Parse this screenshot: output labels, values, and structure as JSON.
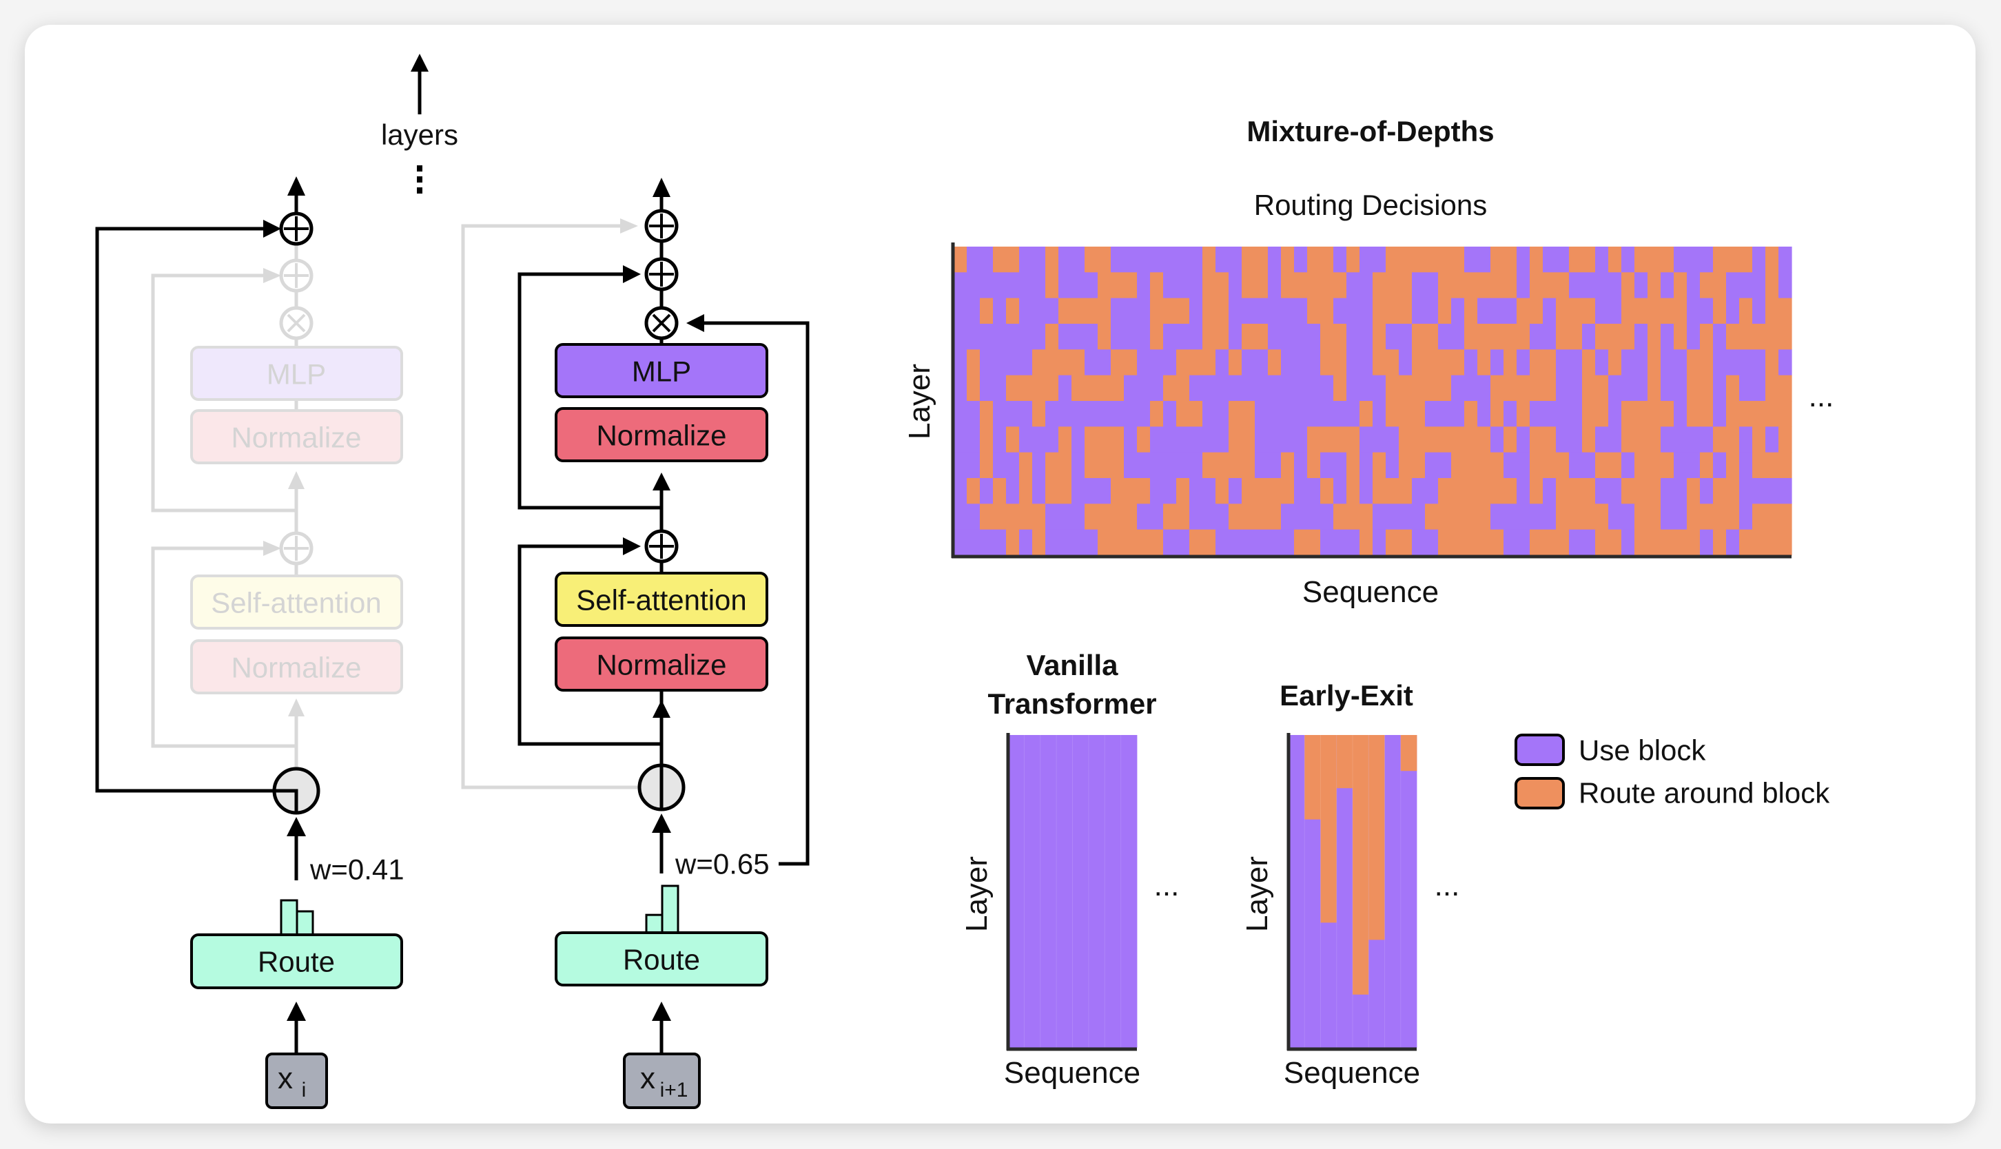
{
  "diagram": {
    "layers_label": "layers",
    "left_block": {
      "state": "skipped",
      "mlp_label": "MLP",
      "normalize_top_label": "Normalize",
      "self_attention_label": "Self-attention",
      "normalize_bottom_label": "Normalize",
      "route_label": "Route",
      "weight_label": "w=0.41",
      "input_label": "x",
      "input_subscript": "i",
      "router_histogram": [
        1.0,
        0.68
      ]
    },
    "right_block": {
      "state": "processed",
      "mlp_label": "MLP",
      "normalize_top_label": "Normalize",
      "self_attention_label": "Self-attention",
      "normalize_bottom_label": "Normalize",
      "route_label": "Route",
      "weight_label": "w=0.65",
      "input_label": "x",
      "input_subscript": "i+1",
      "router_histogram": [
        0.38,
        1.0
      ]
    },
    "colors": {
      "mlp": "#a475f9",
      "mlp_faded": "#efe8fc",
      "normalize": "#ed6b7b",
      "normalize_faded": "#fbe7e9",
      "self_attention": "#f8ef77",
      "self_attention_faded": "#fefce8",
      "route": "#b5fbe0",
      "input": "#a9adb8",
      "gate": "#e6e6e6",
      "faded_line": "#d9d9d9"
    }
  },
  "chart_data": [
    {
      "type": "heatmap",
      "title": "Mixture-of-Depths",
      "subtitle": "Routing Decisions",
      "xlabel": "Sequence",
      "ylabel": "Layer",
      "continuation": "...",
      "legend": {
        "1": "Use block",
        "0": "Route around block"
      },
      "rows_top_to_bottom": [
        "0110011011001111111011001010010110000001100101100101000111000101",
        "1111111011100010111001001000001100011000000100011110101010011101",
        "1101011100001110001001111110011100011010111001000110000011010100",
        "1111111011101110111001001111001101100110000011001000101010100000",
        "1011110000110011100010110111001100100001010100110101101100111101",
        "1011000010000111001111111111101110000011100000110011101100101100",
        "1101110111111110100110011111111010001110101011110010000100100000",
        "1101011101000101111110011110000111000000010100110110001111001010",
        "1101101001000111111000011010110101001100001100011001000110101000",
        "1010101001110001101101000011010100011000000101000110001101001111",
        "1100000111000011001110000111100011110000011111000011001100001000",
        "1111010111100000110011111100111010011000001100011001000001010000"
      ],
      "rows": 12,
      "columns": 64
    },
    {
      "type": "heatmap",
      "title": "Vanilla Transformer",
      "xlabel": "Sequence",
      "ylabel": "Layer",
      "continuation": "...",
      "columns": 8,
      "routed_fraction_from_top": [
        0,
        0,
        0,
        0,
        0,
        0,
        0,
        0
      ]
    },
    {
      "type": "heatmap",
      "title": "Early-Exit",
      "xlabel": "Sequence",
      "ylabel": "Layer",
      "continuation": "...",
      "columns": 8,
      "routed_fraction_from_top": [
        0,
        0.27,
        0.6,
        0.17,
        0.83,
        0.655,
        0,
        0.115
      ]
    }
  ],
  "chart_colors": {
    "use": "#a475f9",
    "route": "#ee905e",
    "axis": "#2a2a2a"
  },
  "vanilla_title_lines": [
    "Vanilla",
    "Transformer"
  ]
}
